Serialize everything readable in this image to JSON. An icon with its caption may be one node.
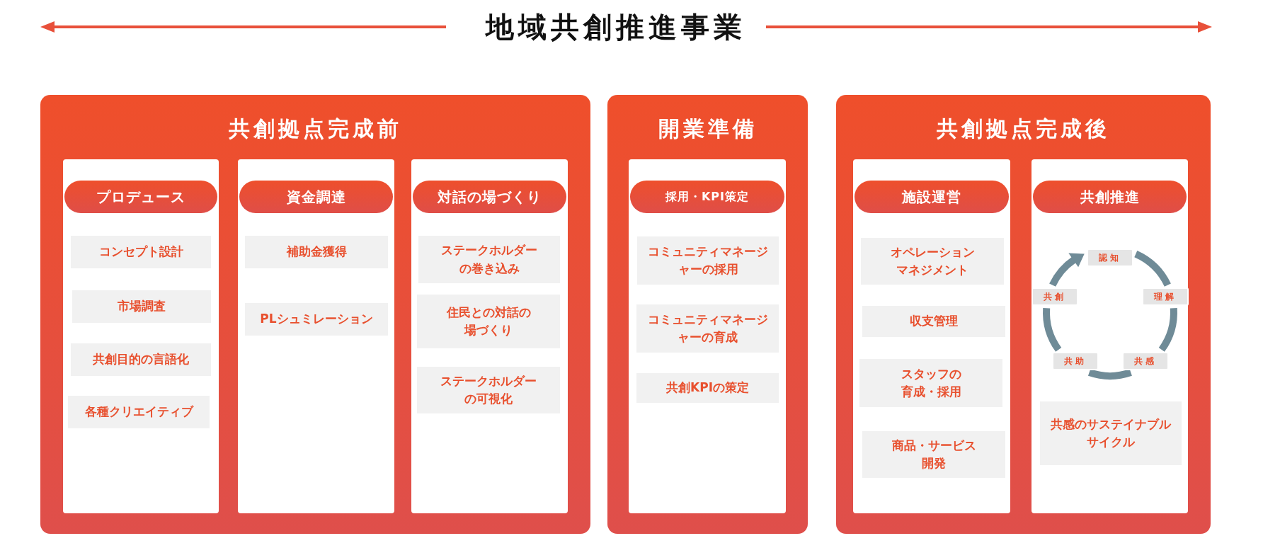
{
  "diagram": {
    "title": "地域共創推進事業",
    "nodes": [
      {
        "text": [
          "共創拠点完成前"
        ]
      },
      {
        "text": [
          "プロデュース"
        ],
        "in": 0
      },
      {
        "text": [
          "コンセプト設計"
        ],
        "in": 1
      },
      {
        "text": [
          "市場調査"
        ],
        "in": 1
      },
      {
        "text": [
          "共創目的の言語化"
        ],
        "in": 1
      },
      {
        "text": [
          "各種クリエイティブ"
        ],
        "in": 1
      },
      {
        "text": [
          "資金調達"
        ],
        "in": 0
      },
      {
        "text": [
          "補助金獲得"
        ],
        "in": 6
      },
      {
        "text": [
          "PLシュミレーション"
        ],
        "in": 6
      },
      {
        "text": [
          "対話の場づくり"
        ],
        "in": 0
      },
      {
        "text": [
          "ステークホルダーの巻き込み"
        ],
        "in": 9
      },
      {
        "text": [
          "住民との対話の場づくり"
        ],
        "in": 9
      },
      {
        "text": [
          "ステークホルダーの可視化"
        ],
        "in": 9
      },
      {
        "text": [
          "開業準備"
        ]
      },
      {
        "text": [
          "採用・KPI策定"
        ],
        "in": 13
      },
      {
        "text": [
          "コミュニティマネージャーの採用"
        ],
        "in": 14
      },
      {
        "text": [
          "コミュニティマネージャーの育成"
        ],
        "in": 14
      },
      {
        "text": [
          "共創KPIの策定"
        ],
        "in": 14
      },
      {
        "text": [
          "共創拠点完成後"
        ]
      },
      {
        "text": [
          "施設運営"
        ],
        "in": 18
      },
      {
        "text": [
          "オペレーションマネジメント"
        ],
        "in": 19
      },
      {
        "text": [
          "収支管理"
        ],
        "in": 19
      },
      {
        "text": [
          "スタッフの育成・採用"
        ],
        "in": 19
      },
      {
        "text": [
          "商品・サービス開発"
        ],
        "in": 19
      },
      {
        "text": [
          "共創推進"
        ],
        "in": 18
      },
      {
        "text": [
          "認知"
        ],
        "in": 24
      },
      {
        "text": [
          "理解"
        ],
        "in": 24
      },
      {
        "text": [
          "共感"
        ],
        "in": 24
      },
      {
        "text": [
          "共助"
        ],
        "in": 24
      },
      {
        "text": [
          "共創"
        ],
        "in": 24
      },
      {
        "text": [
          "共感のサステイナブルサイクル"
        ],
        "in": 24
      }
    ],
    "edges": [
      {
        "from": 25,
        "to": 26,
        "arrow": "none"
      },
      {
        "from": 26,
        "to": 27,
        "arrow": "none"
      },
      {
        "from": 27,
        "to": 28,
        "arrow": "none"
      },
      {
        "from": 28,
        "to": 29,
        "arrow": "none"
      },
      {
        "from": 29,
        "to": 25,
        "arrow": "to"
      }
    ]
  }
}
